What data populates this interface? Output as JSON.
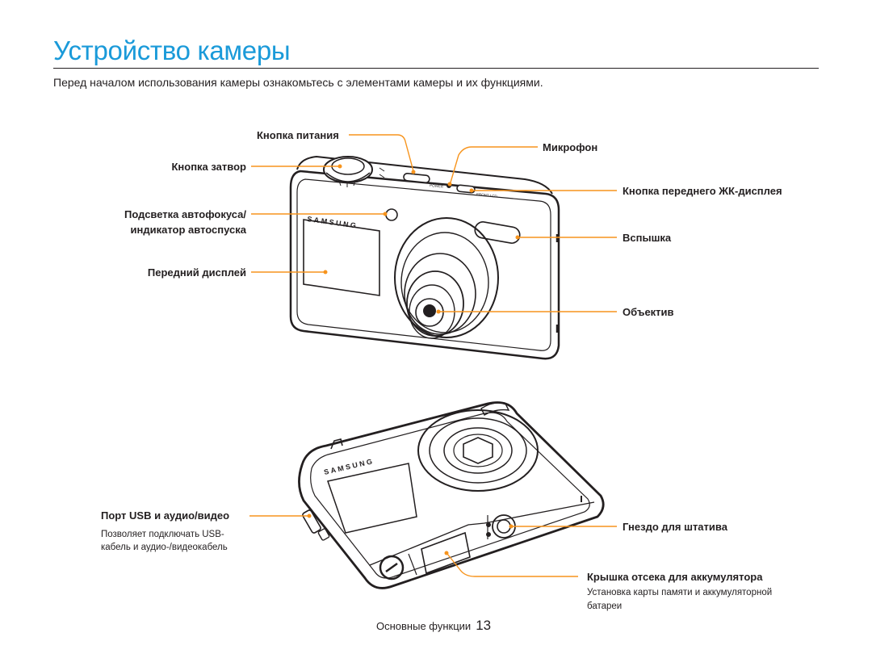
{
  "page": {
    "title": "Устройство камеры",
    "intro": "Перед началом использования камеры ознакомьтесь с элементами камеры и их функциями."
  },
  "front": {
    "labels": {
      "power_button": "Кнопка питания",
      "shutter_button": "Кнопка затвор",
      "af_lamp_line1": "Подсветка автофокуса/",
      "af_lamp_line2": "индикатор автоспуска",
      "front_display": "Передний дисплей",
      "microphone": "Микрофон",
      "front_lcd_button": "Кнопка переднего ЖК-дисплея",
      "flash": "Вспышка",
      "lens": "Объектив"
    },
    "brand": "SAMSUNG",
    "top_labels": {
      "power": "POWER",
      "front_lcd": "FRONT LCD"
    }
  },
  "bottom": {
    "labels": {
      "usb_port": "Порт USB и аудио/видео",
      "usb_desc_line1": "Позволяет подключать USB-",
      "usb_desc_line2": "кабель и аудио-/видеокабель",
      "tripod": "Гнездо для штатива",
      "battery_cover": "Крышка отсека для аккумулятора",
      "battery_desc_line1": "Установка карты памяти и аккумуляторной",
      "battery_desc_line2": "батареи"
    },
    "brand": "SAMSUNG"
  },
  "footer": {
    "section": "Основные функции",
    "page_number": "13"
  },
  "colors": {
    "title": "#1a9ad9",
    "callout": "#f7941d",
    "ink": "#231f20"
  }
}
